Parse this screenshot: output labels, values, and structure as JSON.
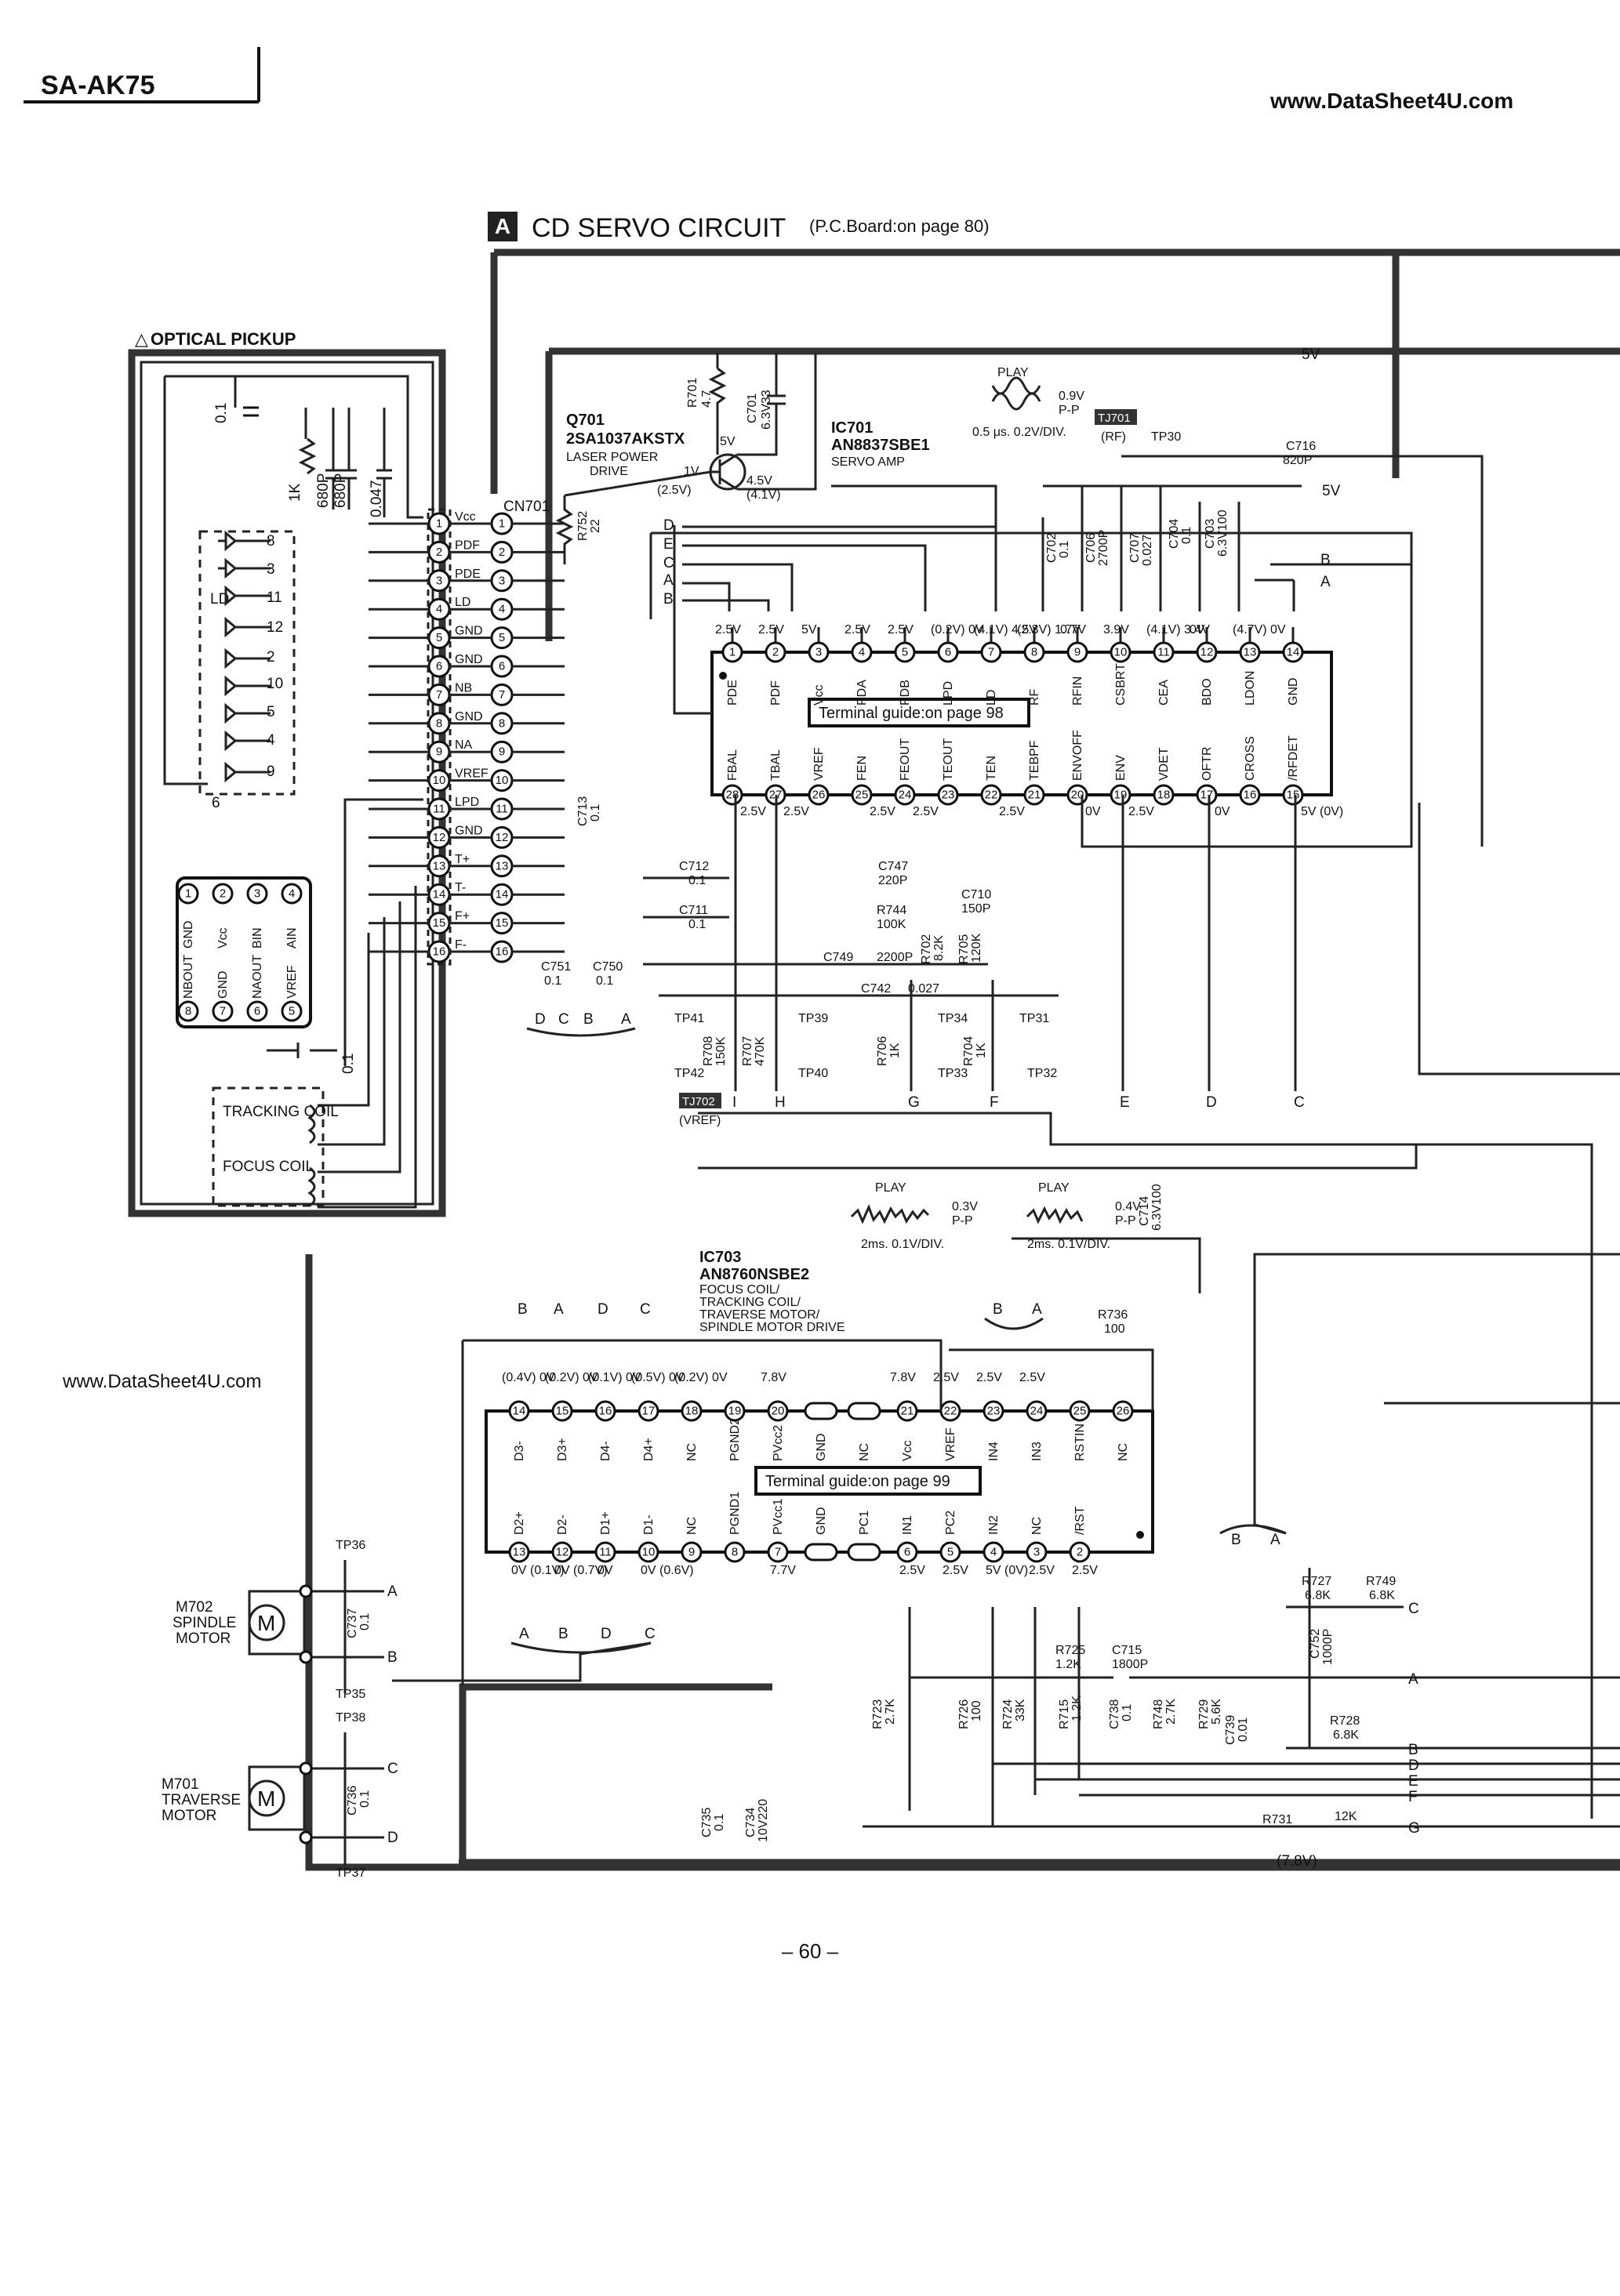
{
  "header": {
    "model": "SA-AK75",
    "watermark": "www.DataSheet4U.com",
    "watermark_left": "www.DataSheet4U.com"
  },
  "section": {
    "badge": "A",
    "title": "CD SERVO CIRCUIT",
    "subtitle": "(P.C.Board:on page 80)"
  },
  "optical_pickup": {
    "title": "OPTICAL PICKUP",
    "tracking_coil": "TRACKING COIL",
    "focus_coil": "FOCUS COIL",
    "ld_label": "LD",
    "ic_pins_top": [
      "GND",
      "Vcc",
      "BIN",
      "AIN"
    ],
    "ic_pins_bottom": [
      "NBOUT",
      "GND",
      "NAOUT",
      "VREF"
    ],
    "cap_label": "0.1",
    "res_1k": "1K",
    "cap_680p_a": "680P",
    "cap_680p_b": "680P",
    "cap_0047": "0.047",
    "cap_01b": "0.1"
  },
  "cn701": {
    "label": "CN701",
    "pins": [
      "Vcc",
      "PDF",
      "PDE",
      "LD",
      "GND",
      "GND",
      "NB",
      "GND",
      "NA",
      "VREF",
      "LPD",
      "GND",
      "T+",
      "T-",
      "F+",
      "F-"
    ]
  },
  "q701": {
    "ref": "Q701",
    "part": "2SA1037AKSTX",
    "desc1": "LASER POWER",
    "desc2": "DRIVE",
    "v_5v": "5V",
    "v_1v": "1V",
    "v_25": "(2.5V)",
    "v_45": "4.5V",
    "v_41": "(4.1V)",
    "r701": "R701",
    "r701v": "4.7",
    "c701": "C701",
    "c701v": "6.3V33",
    "r752": "R752",
    "r752v": "22"
  },
  "ic701": {
    "ref": "IC701",
    "part": "AN8837SBE1",
    "desc": "SERVO AMP",
    "guide": "Terminal guide:on page 98",
    "top_pins": [
      "PDE",
      "PDF",
      "Vcc",
      "PDA",
      "PDB",
      "LPD",
      "LD",
      "RF",
      "RFIN",
      "CSBRT",
      "CEA",
      "BDO",
      "LDON",
      "GND"
    ],
    "top_volts": [
      "2.5V",
      "2.5V",
      "5V",
      "2.5V",
      "2.5V",
      "(0.2V) 0V",
      "(4.1V) 4.5V",
      "(2.3V) 1.7V",
      "0.7V",
      "3.9V",
      "(4.1V) 3.4V",
      "0V",
      "(4.7V) 0V",
      ""
    ],
    "bottom_pins": [
      "FBAL",
      "TBAL",
      "VREF",
      "FEN",
      "FEOUT",
      "TEOUT",
      "TEN",
      "TEBPF",
      "ENVOFF",
      "ENV",
      "VDET",
      "OFTR",
      "CROSS",
      "/RFDET"
    ],
    "bottom_nums": [
      "28",
      "27",
      "26",
      "25",
      "24",
      "23",
      "22",
      "21",
      "20",
      "19",
      "18",
      "17",
      "16",
      "15"
    ],
    "bottom_volts": [
      "2.5V",
      "2.5V",
      "",
      "2.5V",
      "2.5V",
      "",
      "2.5V",
      "",
      "0V",
      "2.5V",
      "",
      "0V",
      "",
      "5V (0V)"
    ]
  },
  "ic703": {
    "ref": "IC703",
    "part": "AN8760NSBE2",
    "desc1": "FOCUS COIL/",
    "desc2": "TRACKING COIL/",
    "desc3": "TRAVERSE MOTOR/",
    "desc4": "SPINDLE MOTOR DRIVE",
    "guide": "Terminal guide:on page 99",
    "top_pins": [
      "D3-",
      "D3+",
      "D4-",
      "D4+",
      "NC",
      "PGND2",
      "PVcc2",
      "GND",
      "NC",
      "Vcc",
      "VREF",
      "IN4",
      "IN3",
      "RSTIN",
      "NC"
    ],
    "top_nums": [
      "14",
      "15",
      "16",
      "17",
      "18",
      "19",
      "20",
      "",
      "",
      "21",
      "22",
      "23",
      "24",
      "25",
      "26"
    ],
    "top_volts": [
      "(0.4V) 0V",
      "(0.2V) 0V",
      "(0.1V) 0V",
      "(0.5V) 0V",
      "(0.2V) 0V",
      "",
      "7.8V",
      "",
      "",
      "7.8V",
      "2.5V",
      "2.5V",
      "2.5V",
      "",
      ""
    ],
    "bottom_pins": [
      "D2+",
      "D2-",
      "D1+",
      "D1-",
      "NC",
      "PGND1",
      "PVcc1",
      "GND",
      "PC1",
      "IN1",
      "PC2",
      "IN2",
      "NC",
      "/RST"
    ],
    "bottom_nums": [
      "13",
      "12",
      "11",
      "10",
      "9",
      "8",
      "7",
      "",
      "",
      "6",
      "5",
      "4",
      "3",
      "2",
      "1"
    ],
    "bottom_volts": [
      "0V (0.1V)",
      "0V (0.7V)",
      "0V",
      "0V (0.6V)",
      "",
      "",
      "7.7V",
      "",
      "",
      "2.5V",
      "2.5V",
      "5V (0V)",
      "2.5V",
      "2.5V"
    ]
  },
  "motors": {
    "m702": "M702",
    "m702_l1": "SPINDLE",
    "m702_l2": "MOTOR",
    "m701": "M701",
    "m701_l1": "TRAVERSE",
    "m701_l2": "MOTOR",
    "symbol": "M",
    "tp36": "TP36",
    "tp35": "TP35",
    "tp38": "TP38",
    "tp37": "TP37",
    "c737": "C737",
    "c737v": "0.1",
    "c736": "C736",
    "c736v": "0.1"
  },
  "parts": {
    "c712": "C712",
    "c712v": "0.1",
    "c711": "C711",
    "c711v": "0.1",
    "c713": "C713",
    "c713v": "0.1",
    "c747": "C747",
    "c747v": "220P",
    "r744": "R744",
    "r744v": "100K",
    "c710": "C710",
    "c710v": "150P",
    "c749": "C749",
    "c749v": "2200P",
    "r702": "R702",
    "r702v": "8.2K",
    "r705": "R705",
    "r705v": "120K",
    "c742": "C742",
    "c742v": "0.027",
    "c751": "C751",
    "c751v": "0.1",
    "c750": "C750",
    "c750v": "0.1",
    "r708": "R708",
    "r708v": "150K",
    "r707": "R707",
    "r707v": "470K",
    "r706": "R706",
    "r706v": "1K",
    "r704": "R704",
    "r704v": "1K",
    "c702": "C702",
    "c702v": "0.1",
    "c706": "C706",
    "c706v": "2700P",
    "c707": "C707",
    "c707v": "0.027",
    "c704": "C704",
    "c704v": "0.1",
    "c703": "C703",
    "c703v": "6.3V100",
    "c716": "C716",
    "c716v": "820P",
    "c714": "C714",
    "c714v": "6.3V100",
    "r736": "R736",
    "r736v": "100",
    "r727": "R727",
    "r727v": "6.8K",
    "r749": "R749",
    "r749v": "6.8K",
    "c752": "C752",
    "c752v": "1000P",
    "r725": "R725",
    "r725v": "1.2K",
    "c715": "C715",
    "c715v": "1800P",
    "r723": "R723",
    "r723v": "2.7K",
    "r726": "R726",
    "r726v": "100",
    "r724": "R724",
    "r724v": "33K",
    "r715": "R715",
    "r715v": "1.2K",
    "c738": "C738",
    "c738v": "0.1",
    "r748": "R748",
    "r748v": "2.7K",
    "r729": "R729",
    "r729v": "5.6K",
    "c739": "C739",
    "c739v": "0.01",
    "r728": "R728",
    "r728v": "6.8K",
    "r731": "R731",
    "r731v": "12K",
    "c735": "C735",
    "c735v": "0.1",
    "c734": "C734",
    "c734v": "10V220"
  },
  "testpoints": {
    "tp41": "TP41",
    "tp42": "TP42",
    "tp39": "TP39",
    "tp40": "TP40",
    "tp34": "TP34",
    "tp33": "TP33",
    "tp31": "TP31",
    "tp32": "TP32",
    "tp30": "TP30",
    "tj701": "TJ701",
    "tj701_sub": "(RF)",
    "tj702": "TJ702",
    "tj702_sub": "(VREF)"
  },
  "waveforms": {
    "rf_mode": "PLAY",
    "rf_vpp": "0.9V",
    "rf_pp": "P-P",
    "rf_div": "0.5 μs. 0.2V/DIV.",
    "w2_mode": "PLAY",
    "w2_vpp": "0.3V",
    "w2_pp": "P-P",
    "w2_div": "2ms. 0.1V/DIV.",
    "w3_mode": "PLAY",
    "w3_vpp": "0.4V",
    "w3_pp": "P-P",
    "w3_div": "2ms. 0.1V/DIV."
  },
  "rails": {
    "r5v_top": "5V",
    "r5v_mid": "5V",
    "r78v": "(7.8V)"
  },
  "footer": {
    "page": "– 60 –"
  }
}
